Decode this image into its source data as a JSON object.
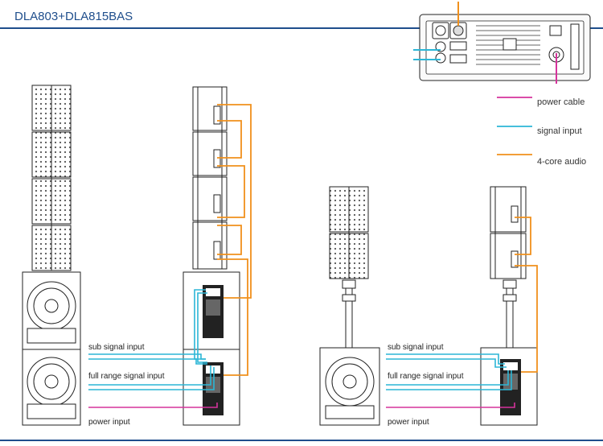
{
  "title": "DLA803+DLA815BAS",
  "legend": [
    {
      "label": "power cable",
      "color": "#d6339c"
    },
    {
      "label": "signal input",
      "color": "#2bb6d6"
    },
    {
      "label": "4-core audio",
      "color": "#f0901c"
    }
  ],
  "labels": {
    "sub_signal_input": "sub signal input",
    "full_range_signal_input": "full range signal input",
    "power_input": "power input"
  },
  "colors": {
    "power": "#d6339c",
    "signal": "#2bb6d6",
    "audio": "#f0901c",
    "accent": "#1f4e8c",
    "line": "#222222"
  }
}
